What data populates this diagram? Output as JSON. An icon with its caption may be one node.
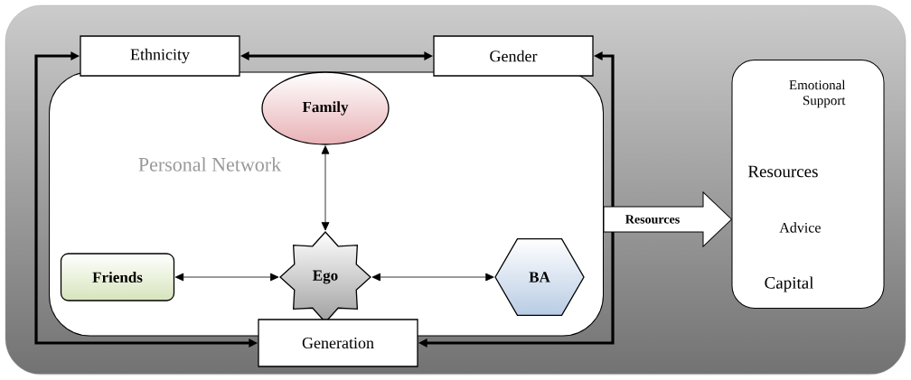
{
  "diagram": {
    "nodes": [
      {
        "text": [
          "Personal Network"
        ]
      },
      {
        "text": [
          "Ethnicity"
        ]
      },
      {
        "text": [
          "Gender"
        ]
      },
      {
        "text": [
          "Family"
        ],
        "in": 0
      },
      {
        "text": [
          "Friends"
        ],
        "in": 0
      },
      {
        "text": [
          "Ego"
        ],
        "in": 0
      },
      {
        "text": [
          "BA"
        ],
        "in": 0
      },
      {
        "text": [
          "Generation"
        ]
      },
      {
        "text": [
          "Emotional Support",
          "Resources",
          "Advice",
          "Capital"
        ]
      }
    ],
    "edges": [
      {
        "from": 1,
        "to": 2,
        "arrow": "both",
        "style": "thick"
      },
      {
        "from": 1,
        "to": 7,
        "arrow": "both",
        "style": "thick"
      },
      {
        "from": 2,
        "to": 7,
        "arrow": "both",
        "style": "thick"
      },
      {
        "from": 3,
        "to": 5,
        "arrow": "both"
      },
      {
        "from": 4,
        "to": 5,
        "arrow": "both"
      },
      {
        "from": 5,
        "to": 6,
        "arrow": "both"
      },
      {
        "from": 0,
        "to": 8,
        "arrow": "to",
        "label": "Resources",
        "style": "thick"
      }
    ]
  }
}
